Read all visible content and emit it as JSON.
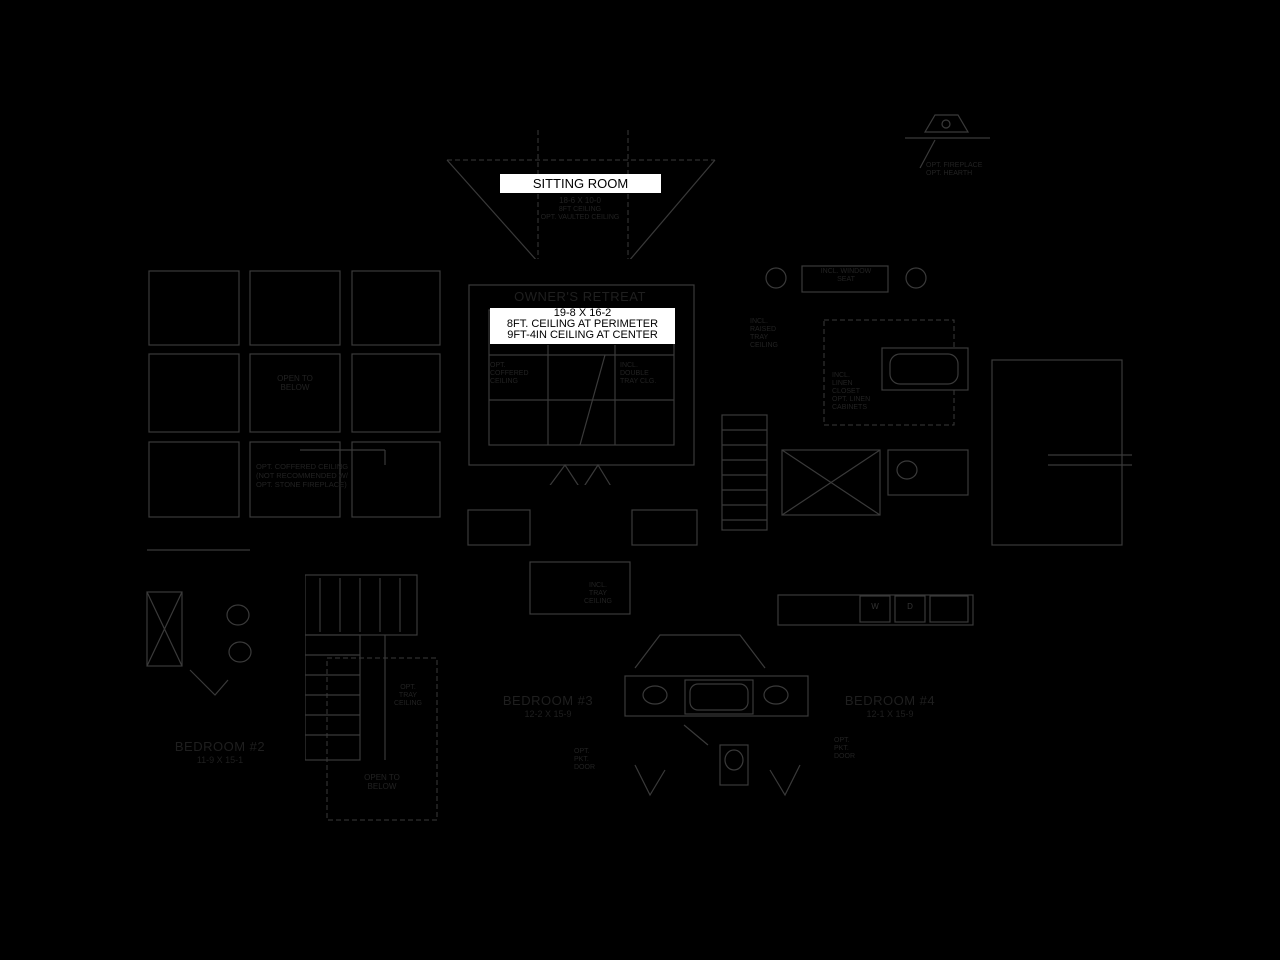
{
  "rooms": {
    "sitting": {
      "title": "SITTING ROOM",
      "dims": "18-6 X 10-0",
      "line2": "8FT CEILING",
      "line3": "OPT. VAULTED CEILING"
    },
    "owners": {
      "title": "OWNER'S RETREAT",
      "dims": "19-8 X 16-2",
      "line2": "8FT. CEILING AT PERIMETER",
      "line3": "9FT-4IN CEILING AT CENTER"
    },
    "bedroom2": {
      "title": "BEDROOM #2",
      "dims": "11-9 X 15-1"
    },
    "bedroom3": {
      "title": "BEDROOM #3",
      "dims": "12-2 X 15-9"
    },
    "bedroom4": {
      "title": "BEDROOM #4",
      "dims": "12-1 X 15-9"
    }
  },
  "notes": {
    "open_below_1": "OPEN TO\nBELOW",
    "open_below_2": "OPEN TO\nBELOW",
    "coffered": "OPT. COFFERED CEILING\n(NOT RECOMMENDED w/\nOPT. STONE FIREPLACE)",
    "opt_coffered_owner": "OPT.\nCOFFERED\nCEILING",
    "double_tray": "INCL.\nDOUBLE\nTRAY CLG.",
    "raised_tray": "INCL.\nRAISED\nTRAY\nCEILING",
    "window_seat": "INCL. WINDOW\nSEAT",
    "linen": "INCL.\nLINEN\nCLOSET\nOPT. LINEN\nCABINETS",
    "hall_tray": "INCL.\nTRAY\nCEILING",
    "opt_tray": "OPT.\nTRAY\nCEILING",
    "pkt_door_3": "OPT.\nPKT.\nDOOR",
    "pkt_door_4": "OPT.\nPKT.\nDOOR",
    "fireplace": "OPT. FIREPLACE\nOPT. HEARTH"
  },
  "laundry": {
    "washer": "W",
    "dryer": "D"
  }
}
